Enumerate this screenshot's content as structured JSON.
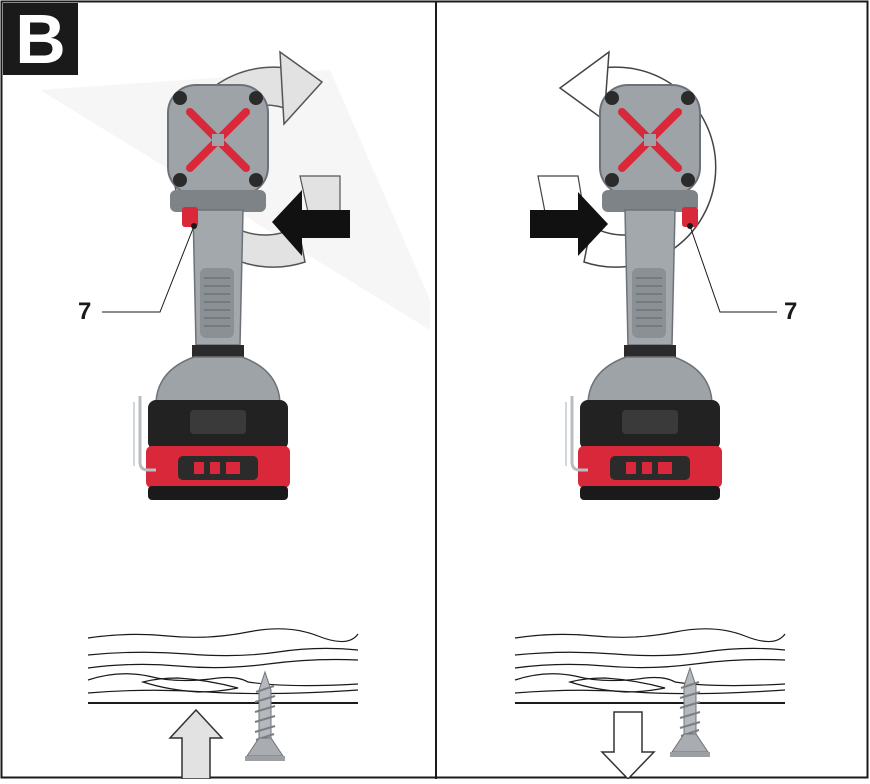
{
  "figure": {
    "badge_letter": "B",
    "panels": [
      {
        "side": "left",
        "callout_label": "7",
        "rotation": "clockwise",
        "push_direction": "left",
        "screw_motion": "up"
      },
      {
        "side": "right",
        "callout_label": "7",
        "rotation": "counterclockwise",
        "push_direction": "right",
        "screw_motion": "down"
      }
    ]
  },
  "colors": {
    "tool_grey": "#9ea3a8",
    "tool_dark": "#2b2b2b",
    "accent_red": "#d8283a",
    "arrow_fill": "#e2e2e2",
    "arrow_solid": "#111111",
    "line": "#1a1a1a"
  },
  "icons": [
    "rotation-arrow-icon",
    "push-arrow-icon",
    "screw-icon",
    "motion-arrow-icon"
  ]
}
